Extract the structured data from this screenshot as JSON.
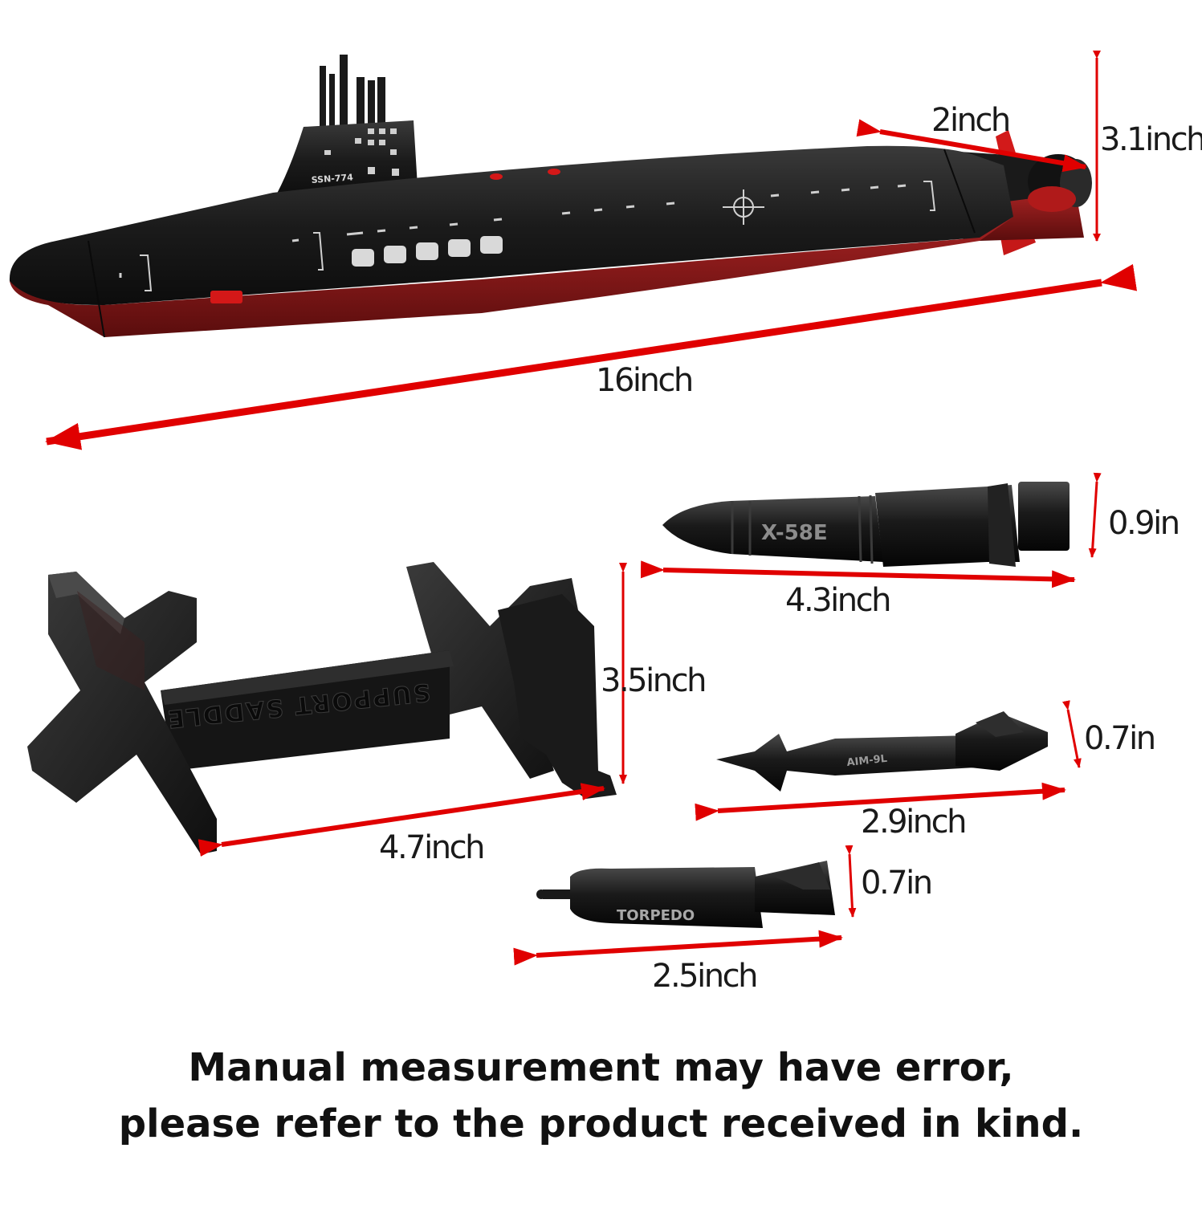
{
  "colors": {
    "arrow": "#e00000",
    "hull_black": "#1c1c1c",
    "hull_red": "#8e1a1a",
    "accent_red": "#e01010",
    "marking_white": "#dcdcdc",
    "plastic_black": "#161616"
  },
  "submarine": {
    "hull_marking": "SSN-774",
    "dims": {
      "length": "16inch",
      "height": "3.1inch",
      "tail": "2inch"
    }
  },
  "stand": {
    "embossed_text": "SUPPORT SADDLE",
    "dims": {
      "width": "4.7inch",
      "height": "3.5inch"
    }
  },
  "missile_large": {
    "marking": "X-58E",
    "dims": {
      "length": "4.3inch",
      "diameter": "0.9in"
    }
  },
  "missile_small": {
    "marking": "AIM-9L",
    "dims": {
      "length": "2.9inch",
      "diameter": "0.7in"
    }
  },
  "torpedo": {
    "marking": "TORPEDO",
    "dims": {
      "length": "2.5inch",
      "diameter": "0.7in"
    }
  },
  "note": {
    "line1": "Manual measurement may have error,",
    "line2": "please refer to the product received in kind."
  }
}
